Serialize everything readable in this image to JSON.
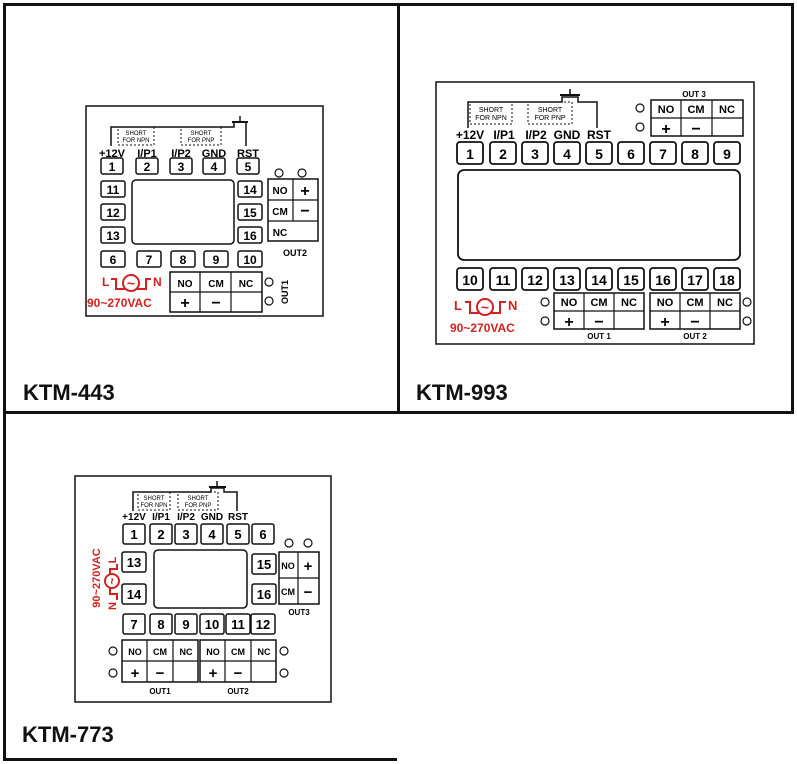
{
  "models": {
    "ktm443": "KTM-443",
    "ktm993": "KTM-993",
    "ktm773": "KTM-773"
  },
  "labels": {
    "v12": "+12V",
    "ip1": "I/P1",
    "ip2": "I/P2",
    "gnd": "GND",
    "rst": "RST",
    "short": "SHORT",
    "for_npn": "FOR NPN",
    "for_pnp": "FOR PNP",
    "no": "NO",
    "cm": "CM",
    "nc": "NC",
    "plus": "+",
    "minus": "−",
    "l": "L",
    "n": "N",
    "ac": "~",
    "vac": "90~270VAC",
    "out1": "OUT1",
    "out2": "OUT2",
    "out3": "OUT3",
    "out1_sp": "OUT 1",
    "out2_sp": "OUT 2",
    "out3_sp": "OUT 3"
  },
  "terminals": {
    "t1": "1",
    "t2": "2",
    "t3": "3",
    "t4": "4",
    "t5": "5",
    "t6": "6",
    "t7": "7",
    "t8": "8",
    "t9": "9",
    "t10": "10",
    "t11": "11",
    "t12": "12",
    "t13": "13",
    "t14": "14",
    "t15": "15",
    "t16": "16",
    "t17": "17",
    "t18": "18"
  },
  "colors": {
    "accent_red": "#d42020",
    "ink": "#111111"
  }
}
